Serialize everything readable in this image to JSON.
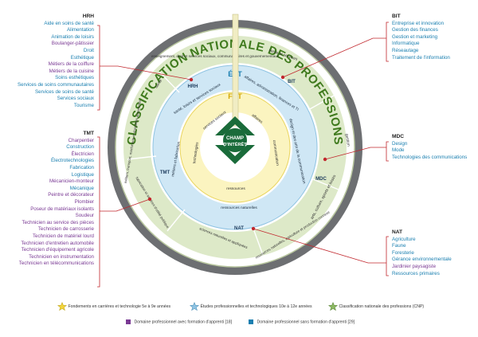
{
  "colors": {
    "purple": "#7a3a94",
    "teal": "#1a7fb0",
    "outer_ring": "#6d6f72",
    "green_ring": "#dde9c8",
    "blue_ring": "#cfe7f5",
    "yellow_ring": "#fbf4c0",
    "red": "#c1272d"
  },
  "diagram": {
    "outer_title": "CLASSIFICATION NATIONALE DES PROFESSIONS",
    "ept_label": "ÉPT",
    "fct_label": "FCT",
    "center": [
      "CHAMP",
      "D'INTÉRÊT"
    ],
    "cnp_labels": [
      "santé",
      "enseignement, droit et services sociaux, communautaires et gouvernementaux",
      "vente et services",
      "gestion",
      "arts, culture, sports et loisirs",
      "ressources naturelles, agriculture et production connexe",
      "sciences naturelles et appliquées",
      "fabrication et services d'utilité publique",
      "métiers, transport, machinerie et domaines apparentés"
    ],
    "ept_labels": [
      "santé, loisirs et services sociaux",
      "affaires, administration, finances et TI",
      "design et des arts de la communication",
      "ressources naturelles",
      "métiers et fabrication"
    ],
    "fct_labels": [
      "services sociaux",
      "affaires",
      "communication",
      "ressources",
      "technologies"
    ],
    "domain_codes": [
      "HRH",
      "BIT",
      "MDC",
      "NAT",
      "TMT"
    ]
  },
  "hrh": {
    "code": "HRH",
    "items": [
      {
        "label": "Aide en soins de santé",
        "color": "teal"
      },
      {
        "label": "Alimentation",
        "color": "teal"
      },
      {
        "label": "Animation de loisirs",
        "color": "teal"
      },
      {
        "label": "Boulanger-pâtissier",
        "color": "purple"
      },
      {
        "label": "Droit",
        "color": "teal"
      },
      {
        "label": "Esthétique",
        "color": "teal"
      },
      {
        "label": "Métiers de la coiffure",
        "color": "purple"
      },
      {
        "label": "Métiers de la cuisine",
        "color": "purple"
      },
      {
        "label": "Soins esthétiques",
        "color": "teal"
      },
      {
        "label": "Services de soins communautaires",
        "color": "teal"
      },
      {
        "label": "Services de soins de santé",
        "color": "teal"
      },
      {
        "label": "Services sociaux",
        "color": "teal"
      },
      {
        "label": "Tourisme",
        "color": "teal"
      }
    ]
  },
  "tmt": {
    "code": "TMT",
    "items": [
      {
        "label": "Charpentier",
        "color": "purple"
      },
      {
        "label": "Construction",
        "color": "teal"
      },
      {
        "label": "Électricien",
        "color": "purple"
      },
      {
        "label": "Électrotechnologies",
        "color": "teal"
      },
      {
        "label": "Fabrication",
        "color": "teal"
      },
      {
        "label": "Logistique",
        "color": "teal"
      },
      {
        "label": "Mécanicien-monteur",
        "color": "purple"
      },
      {
        "label": "Mécanique",
        "color": "teal"
      },
      {
        "label": "Peintre et décorateur",
        "color": "purple"
      },
      {
        "label": "Plombier",
        "color": "purple"
      },
      {
        "label": "Poseur de matériaux isolants",
        "color": "purple"
      },
      {
        "label": "Soudeur",
        "color": "purple"
      },
      {
        "label": "Technicien au service des pièces",
        "color": "purple"
      },
      {
        "label": "Technicien de carrosserie",
        "color": "purple"
      },
      {
        "label": "Technicien de matériel lourd",
        "color": "purple"
      },
      {
        "label": "Technicien d'entretien automobile",
        "color": "purple"
      },
      {
        "label": "Technicien d'équipement agricole",
        "color": "purple"
      },
      {
        "label": "Technicien en instrumentation",
        "color": "purple"
      },
      {
        "label": "Technicien en télécommunications",
        "color": "purple"
      }
    ]
  },
  "bit": {
    "code": "BIT",
    "items": [
      {
        "label": "Entreprise et innovation",
        "color": "teal"
      },
      {
        "label": "Gestion des finances",
        "color": "teal"
      },
      {
        "label": "Gestion et marketing",
        "color": "teal"
      },
      {
        "label": "Informatique",
        "color": "teal"
      },
      {
        "label": "Réseautage",
        "color": "teal"
      },
      {
        "label": "Traitement de l'information",
        "color": "teal"
      }
    ]
  },
  "mdc": {
    "code": "MDC",
    "items": [
      {
        "label": "Design",
        "color": "teal"
      },
      {
        "label": "Mode",
        "color": "teal"
      },
      {
        "label": "Technologies des communications",
        "color": "teal"
      }
    ]
  },
  "nat": {
    "code": "NAT",
    "items": [
      {
        "label": "Agriculture",
        "color": "teal"
      },
      {
        "label": "Faune",
        "color": "teal"
      },
      {
        "label": "Foresterie",
        "color": "teal"
      },
      {
        "label": "Gérance environnementale",
        "color": "teal"
      },
      {
        "label": "Jardinier paysagiste",
        "color": "purple"
      },
      {
        "label": "Ressources primaires",
        "color": "teal"
      }
    ]
  },
  "legend": {
    "fct": "Fondements en carrières et technologie 5e à 9e années",
    "ept": "Études professionnelles et technologiques 10e à 12e années",
    "cnp": "Classification nationale des professions (CNP)",
    "with_apprentice": "Domaine professionnel avec formation d'apprenti [18]",
    "without_apprentice": "Domaine professionnel sans formation d'apprenti [29]"
  }
}
